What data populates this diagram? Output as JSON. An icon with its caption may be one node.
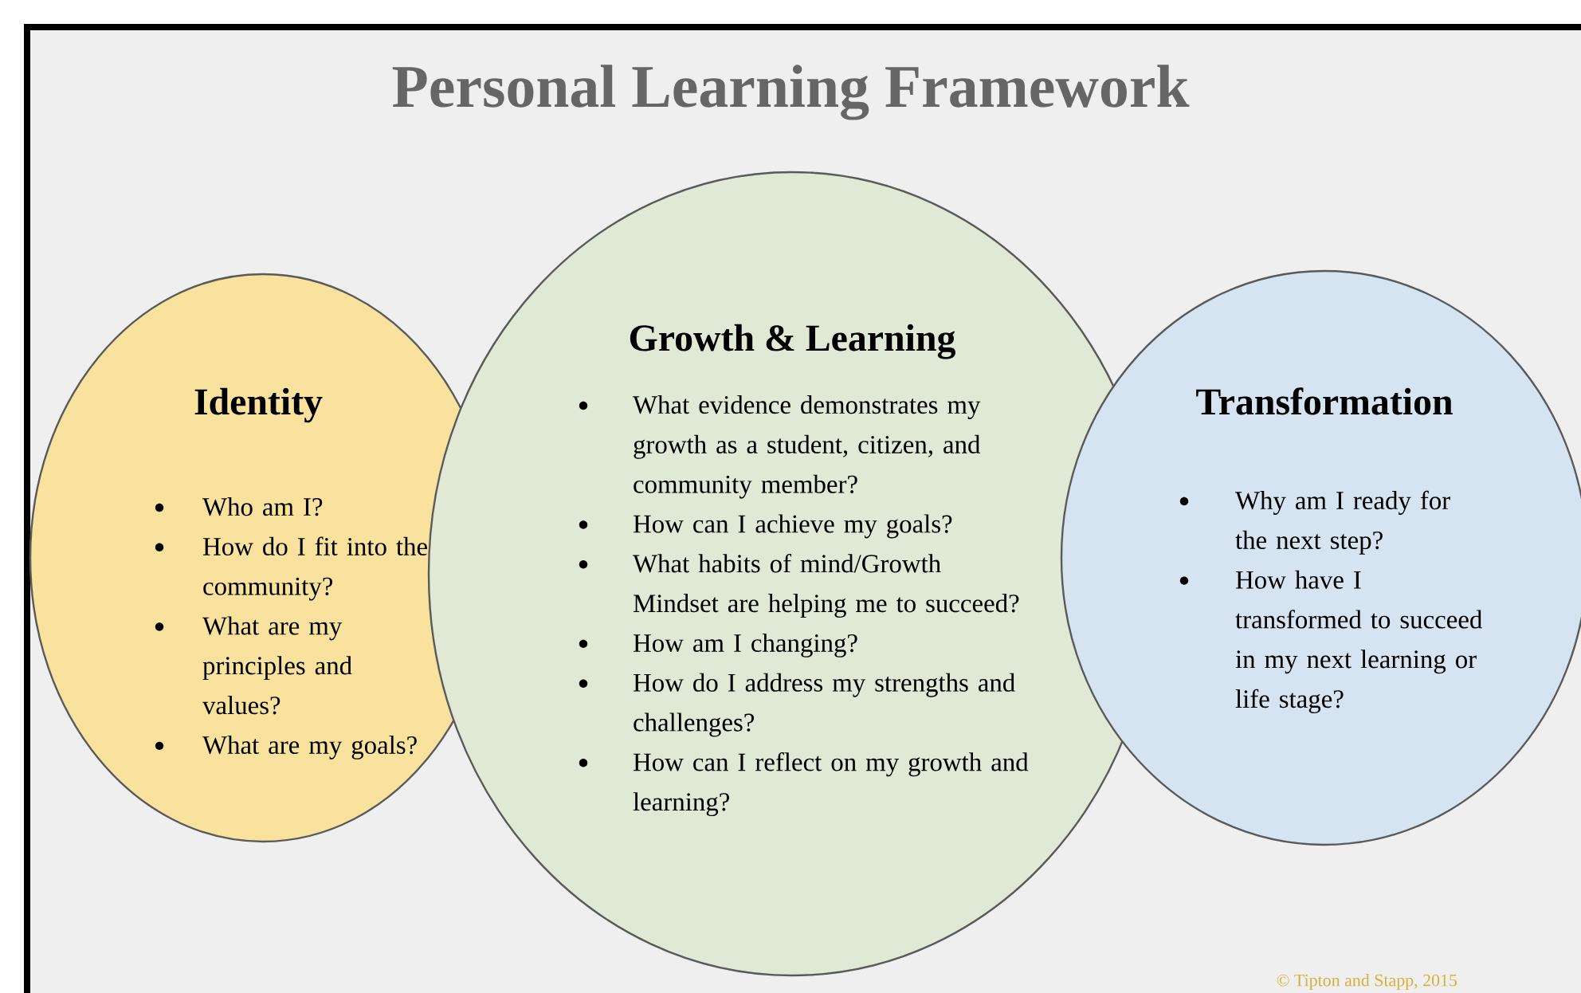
{
  "diagram": {
    "title": "Personal Learning Framework",
    "nodes": [
      {
        "text": [
          "Identity",
          "Who am I?",
          "How do I fit into the community?",
          "What are my principles and values?",
          "What are my goals?"
        ]
      },
      {
        "text": [
          "Growth & Learning",
          "What evidence demonstrates my growth as a student, citizen, and community member?",
          "How can I achieve my goals?",
          "What habits of mind/Growth Mindset  are helping me to succeed?",
          "How am I changing?",
          "How do I address my strengths and challenges?",
          "How can I reflect on my growth and learning?"
        ]
      },
      {
        "text": [
          "Transformation",
          "Why am I ready for the next step?",
          "How have I transformed to succeed in my next learning or life stage?"
        ]
      }
    ],
    "labels": [
      "© Tipton and Stapp, 2015"
    ]
  }
}
